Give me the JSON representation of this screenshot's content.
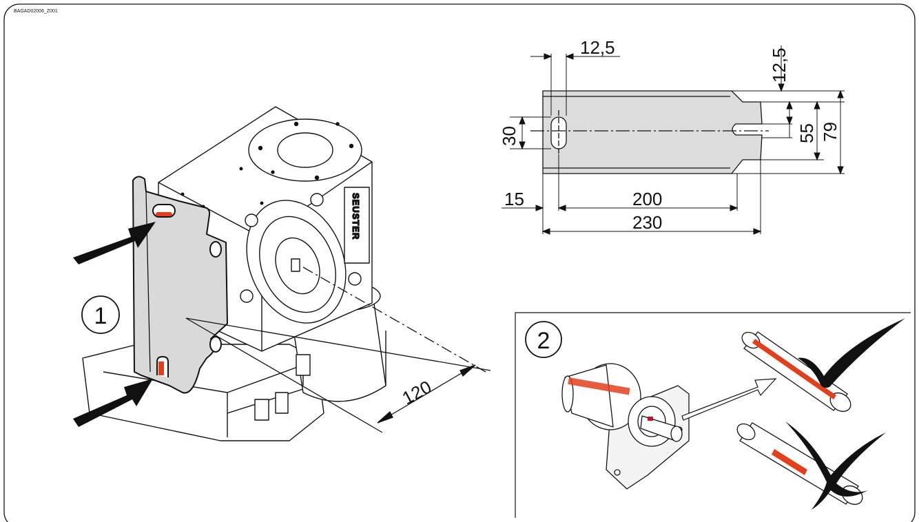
{
  "drawing_ref": "BAGAD02006_Z001",
  "brand_label": "SEUSTER",
  "steps": {
    "one": "1",
    "two": "2"
  },
  "dimensions": {
    "top_offset": "12,5",
    "right_offset": "12,5",
    "slot_height": "30",
    "left_offset": "15",
    "inner_length": "200",
    "total_length": "230",
    "notch_width": "55",
    "total_width": "79",
    "mount_distance": "120"
  },
  "colors": {
    "marking": "#e0401c",
    "plate": "#dcdcdc",
    "line": "#111111"
  },
  "icons": [
    "arrow-icon",
    "checkmark-icon",
    "cross-icon"
  ]
}
